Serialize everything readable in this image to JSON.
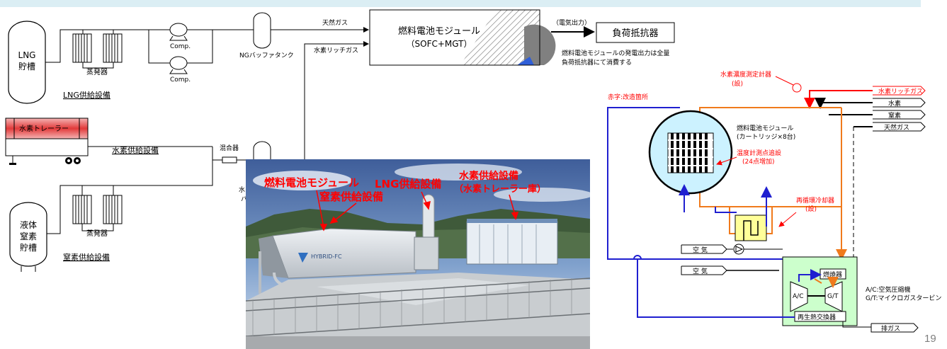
{
  "left": {
    "lng_tank": [
      "LNG",
      "貯槽"
    ],
    "evaporator1": "蒸発器",
    "comp1": "Comp.",
    "comp2": "Comp.",
    "ng_buffer": "NGバッファタンク",
    "lng_facility": "LNG供給設備",
    "natural_gas": "天然ガス",
    "hydrogen_rich": "水素リッチガス",
    "fc_module": "燃料電池モジュール",
    "fc_module_sub": "（SOFC+MGT）",
    "power_out": "（電気出力）",
    "load_resistor": "負荷抵抗器",
    "note_line1": "燃料電池モジュールの発電出力は全量",
    "note_line2": "負荷抵抗器にて消費する",
    "trailer": "水素トレーラー",
    "h2_facility": "水素供給設備",
    "mixer": "混合器",
    "n2_tank": [
      "液体",
      "窒素",
      "貯槽"
    ],
    "evaporator2": "蒸発器",
    "n2_facility": "窒素供給設備",
    "hidden_fragment": [
      "水",
      "バ"
    ]
  },
  "photo": {
    "label_fc": "燃料電池モジュール",
    "label_lng": "LNG供給設備",
    "label_n2": "窒素供給設備",
    "label_h2_1": "水素供給設備",
    "label_h2_2": "（水素トレーラー庫）",
    "logo_text": "HYBRID-FC"
  },
  "right": {
    "red_note": "赤字:改造箇所",
    "h2_sensor_1": "水素濃度測定計器",
    "h2_sensor_2": "(設)",
    "in_h2rich": "水素リッチガス",
    "in_h2": "水素",
    "in_n2": "窒素",
    "in_ng": "天然ガス",
    "module_1": "燃料電池モジュール",
    "module_2": "(カートリッジ×8台)",
    "temp_1": "温度計測点追設",
    "temp_2": "(24点増加)",
    "cooler_1": "再循環冷却器",
    "cooler_2": "(設)",
    "air1": "空 気",
    "air2": "空 気",
    "combustor": "燃焼器",
    "ac": "A/C",
    "gt": "G/T",
    "regen": "再生熱交換器",
    "exhaust": "排ガス",
    "legend_ac": "A/C:空気圧縮機",
    "legend_gt": "G/T:マイクロガスタービン"
  },
  "page_number": "19",
  "colors": {
    "red": "#ff0000",
    "orange": "#f07a1c",
    "blue": "#1f1fd0",
    "light_green": "#ccffcc"
  }
}
